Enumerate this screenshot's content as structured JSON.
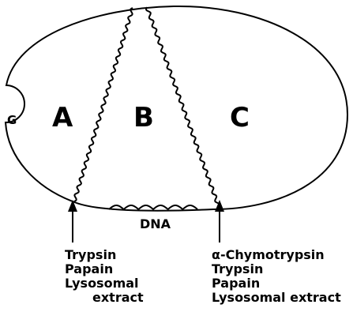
{
  "regions": {
    "a": "A",
    "b": "B",
    "c": "C"
  },
  "g_label": "G",
  "dna_label": "DNA",
  "left_enzymes": [
    "Trypsin",
    "Papain",
    "Lysosomal",
    "extract"
  ],
  "right_enzymes": [
    "α-Chymotrypsin",
    "Trypsin",
    "Papain",
    "Lysosomal extract"
  ]
}
